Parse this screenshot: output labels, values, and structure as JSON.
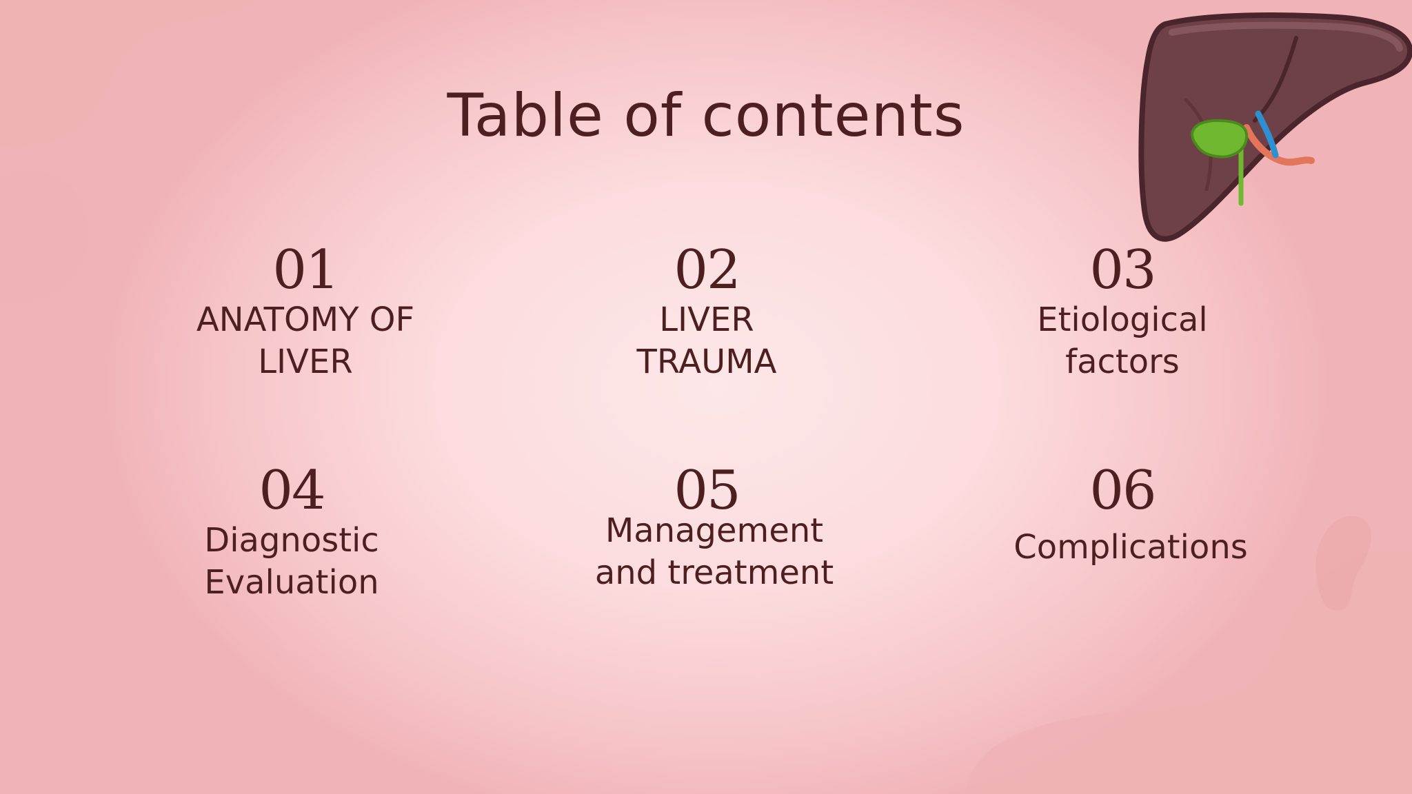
{
  "title": "Table of contents",
  "items": [
    {
      "number": "01",
      "label": "ANATOMY OF\nLIVER"
    },
    {
      "number": "02",
      "label": "LIVER\nTRAUMA"
    },
    {
      "number": "03",
      "label": "Etiological\nfactors"
    },
    {
      "number": "04",
      "label": "Diagnostic\nEvaluation"
    },
    {
      "number": "05",
      "label": "Management\nand treatment"
    },
    {
      "number": "06",
      "label": "Complications"
    }
  ],
  "illustration": "liver-icon",
  "colors": {
    "text": "#4d1f21",
    "background": "#fcdcde",
    "blob": "#efb1b5",
    "liver": "#6e4148",
    "gallbladder": "#6fb82f",
    "vessel_blue": "#2e8fd1",
    "vessel_red": "#e2755a"
  }
}
